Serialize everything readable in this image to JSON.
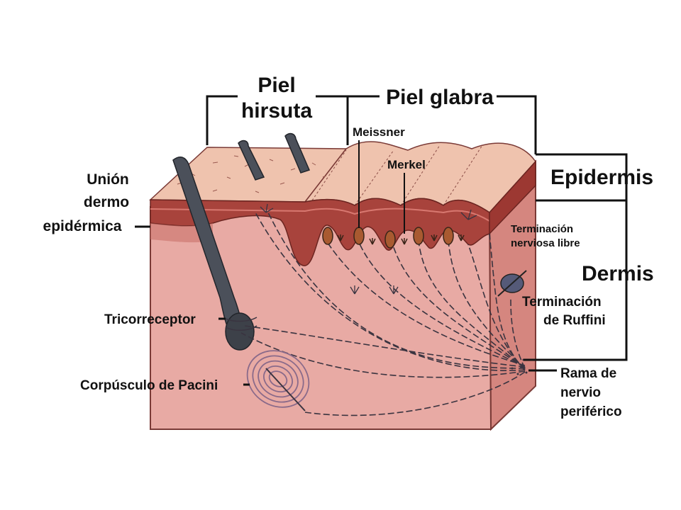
{
  "labels": {
    "piel_hirsuta_1": "Piel",
    "piel_hirsuta_2": "hirsuta",
    "piel_glabra": "Piel glabra",
    "meissner": "Meissner",
    "merkel": "Merkel",
    "epidermis": "Epidermis",
    "dermis": "Dermis",
    "union_1": "Unión",
    "union_2": "dermo",
    "union_3": "epidérmica",
    "terminacion_libre_1": "Terminación",
    "terminacion_libre_2": "nerviosa libre",
    "terminacion_ruffini_1": "Terminación",
    "terminacion_ruffini_2": "de Ruffini",
    "tricorreceptor": "Tricorreceptor",
    "pacini": "Corpúsculo de Pacini",
    "rama_1": "Rama de",
    "rama_2": "nervio",
    "rama_3": "periférico"
  },
  "colors": {
    "dermis": "#e8a9a3",
    "dermis_side": "#d98a82",
    "epidermis_band": "#a8413b",
    "epidermis_top": "#f0c2ad",
    "hair": "#4a4f58",
    "nerve": "#3a3440"
  }
}
